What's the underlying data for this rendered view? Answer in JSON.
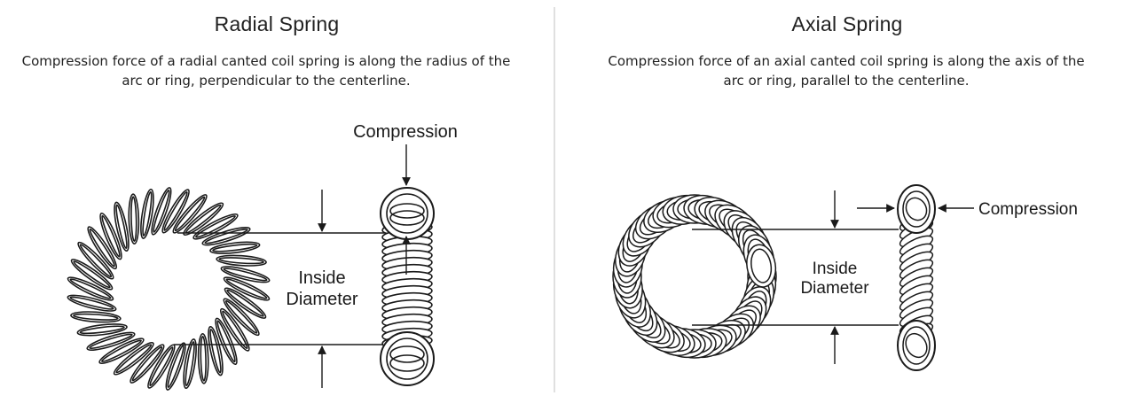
{
  "radial": {
    "title": "Radial Spring",
    "description": "Compression force of a radial canted coil spring is along the radius of the arc or ring, perpendicular to the centerline.",
    "diagram": {
      "compression_label": "Compression",
      "inside_label_line1": "Inside",
      "inside_label_line2": "Diameter"
    }
  },
  "axial": {
    "title": "Axial Spring",
    "description": "Compression force of an axial canted coil spring is along the axis of the arc or ring, parallel to the centerline.",
    "diagram": {
      "compression_label": "Compression",
      "inside_label_line1": "Inside",
      "inside_label_line2": "Diameter"
    }
  },
  "colors": {
    "line": "#1a1a1a",
    "divider": "#e0e0e0",
    "background": "#ffffff"
  }
}
